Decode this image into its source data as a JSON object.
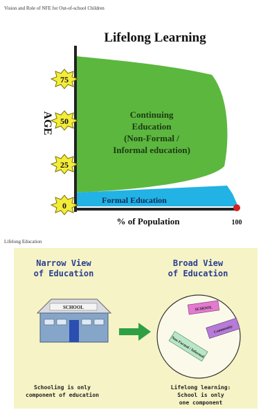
{
  "captions": {
    "top": "Vision and Role of NFE for Out-of-school Children",
    "bottom": "Lifelong Education"
  },
  "lifelong_chart": {
    "title": "Lifelong Learning",
    "y_axis_label": "AGE",
    "age_ticks": [
      "75",
      "50",
      "25",
      "0"
    ],
    "continuing_lines": [
      "Continuing",
      "Education",
      "(Non-Formal /",
      "Informal education)"
    ],
    "formal_label": "Formal Education",
    "x_axis_label": "% of Population",
    "x_end_label": "100",
    "colors": {
      "continuing": "#5cb73f",
      "formal": "#22b3e4",
      "burst": "#f3ec3a",
      "end_dot": "#d42020"
    }
  },
  "education_views": {
    "narrow": {
      "title_lines": [
        "Narrow View",
        "of Education"
      ],
      "school_sign": "SCHOOL",
      "caption_lines": [
        "Schooling is only",
        "component of education"
      ]
    },
    "broad": {
      "title_lines": [
        "Broad View",
        "of Education"
      ],
      "cards": [
        "SCHOOL",
        "Community",
        "Non-Formal / Informal"
      ],
      "caption_lines": [
        "Lifelong learning:",
        "School is only",
        "one component"
      ]
    },
    "colors": {
      "panel_bg": "#f6f3c6",
      "heading": "#2a3f8f",
      "arrow": "#2ea043",
      "house_wall": "#86a6c9",
      "door": "#2a4fb0"
    }
  }
}
